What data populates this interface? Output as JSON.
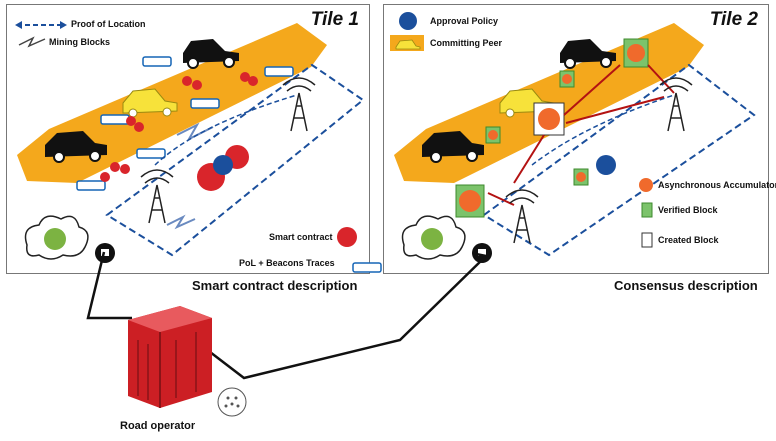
{
  "tile1": {
    "title": "Tile 1",
    "caption": "Smart contract description",
    "legend": {
      "proof_of_location": "Proof of Location",
      "mining_blocks": "Mining Blocks",
      "smart_contract": "Smart contract",
      "pol_beacons": "PoL + Beacons Traces"
    }
  },
  "tile2": {
    "title": "Tile 2",
    "caption": "Consensus description",
    "legend": {
      "approval_policy": "Approval Policy",
      "committing_peer": "Committing Peer",
      "async_accumulator": "Asynchronous Accumulator",
      "verified_block": "Verified Block",
      "created_block": "Created Block"
    }
  },
  "operator": {
    "label": "Road operator"
  },
  "colors": {
    "road": "#f4a81c",
    "car_black": "#111111",
    "car_yellow": "#f7e23a",
    "contract_red": "#d9252b",
    "accumulator_orange": "#f06a2c",
    "verified_green": "#7cc36b",
    "beacon_blue": "#1565b6",
    "server_red": "#cc1f24"
  }
}
